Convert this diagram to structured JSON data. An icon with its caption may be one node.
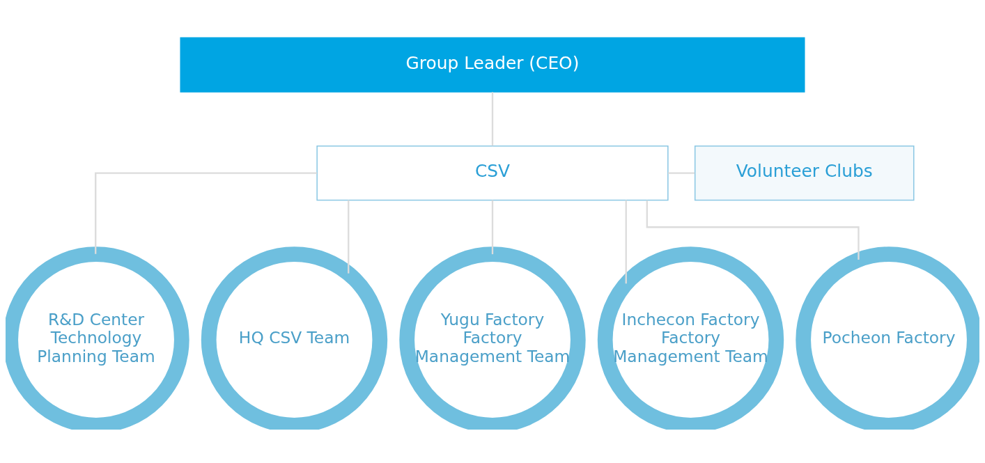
{
  "diagram": {
    "nodes": [
      {
        "text": [
          "Group Leader (CEO)"
        ]
      },
      {
        "text": [
          "CSV"
        ]
      },
      {
        "text": [
          "Volunteer Clubs"
        ]
      },
      {
        "text": [
          "R&D Center Technology Planning Team"
        ]
      },
      {
        "text": [
          "HQ CSV Team"
        ]
      },
      {
        "text": [
          "Yugu Factory Factory Management Team"
        ]
      },
      {
        "text": [
          "Inchecon Factory Factory Management Team"
        ]
      },
      {
        "text": [
          "Pocheon Factory"
        ]
      }
    ],
    "edges": [
      {
        "from": 0,
        "to": 1,
        "arrow": "none"
      },
      {
        "from": 1,
        "to": 2,
        "arrow": "none"
      },
      {
        "from": 1,
        "to": 3,
        "arrow": "none"
      },
      {
        "from": 1,
        "to": 4,
        "arrow": "none"
      },
      {
        "from": 1,
        "to": 5,
        "arrow": "none"
      },
      {
        "from": 1,
        "to": 6,
        "arrow": "none"
      },
      {
        "from": 1,
        "to": 7,
        "arrow": "none"
      }
    ]
  }
}
